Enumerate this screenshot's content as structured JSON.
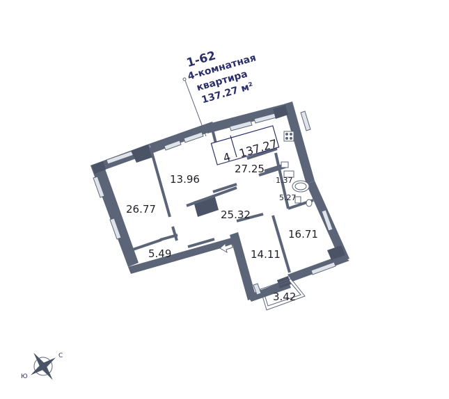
{
  "apartment": {
    "number": "1-62",
    "rooms_line": "4-комнатная",
    "type_line": "квартира",
    "area_line": "137.27 м²",
    "badge_rooms": "4",
    "badge_area": "137.27"
  },
  "rooms": {
    "bedroom_left": "26.77",
    "bedroom_top": "13.96",
    "kitchen_living": "27.25",
    "hall": "25.32",
    "balcony_left": "5.49",
    "bedroom_mid": "14.11",
    "bedroom_right": "16.71",
    "balcony_bottom": "3.42",
    "bathroom_small": "1.37",
    "bathroom_large": "5.27"
  },
  "compass": {
    "north": "С",
    "south": "Ю"
  },
  "colors": {
    "wall": "#5c6578",
    "wall_dark": "#4b5366",
    "text_blue": "#2a2f6a",
    "window_fill": "#dfe3ea"
  }
}
